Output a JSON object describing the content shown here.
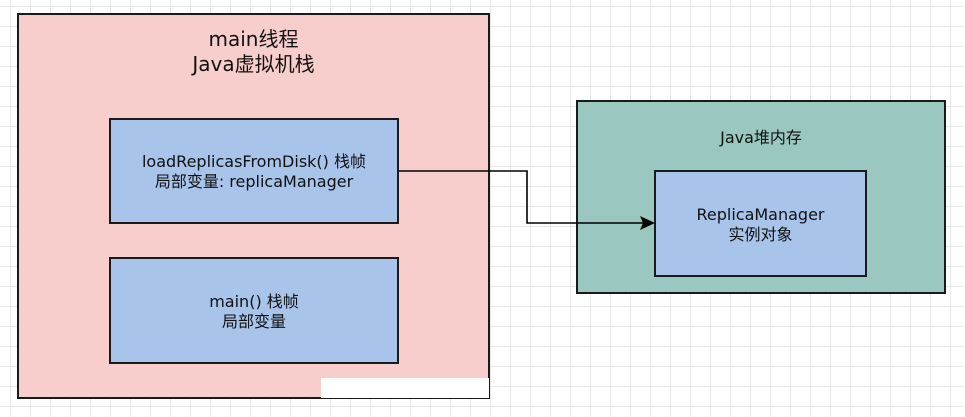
{
  "stack": {
    "title_line1": "main线程",
    "title_line2": "Java虚拟机栈",
    "frames": [
      {
        "line1": "loadReplicasFromDisk() 栈帧",
        "line2": "局部变量: replicaManager"
      },
      {
        "line1": "main() 栈帧",
        "line2": "局部变量"
      }
    ]
  },
  "heap": {
    "title": "Java堆内存",
    "object_line1": "ReplicaManager",
    "object_line2": "实例对象"
  },
  "colors": {
    "stack_fill": "#f8cecc",
    "frame_fill": "#a9c4eb",
    "heap_fill": "#9ac7bf",
    "border": "#1a1a1a"
  }
}
